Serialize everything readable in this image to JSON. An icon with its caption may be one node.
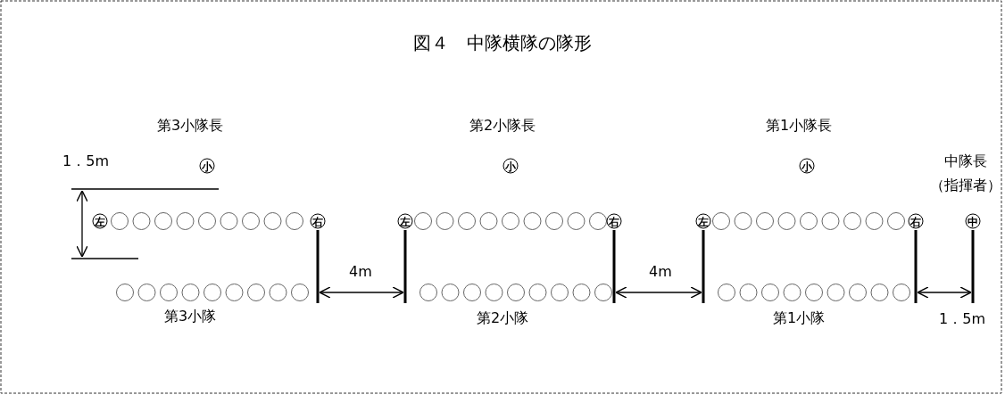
{
  "diagram": {
    "title": "図４　中隊横隊の隊形",
    "labels": [
      "第3小隊長",
      "第2小隊長",
      "第1小隊長",
      "1．5m",
      "小",
      "小",
      "小",
      "中隊長",
      "（指揮者）",
      "左",
      "右",
      "左",
      "右",
      "左",
      "右",
      "中",
      "4m",
      "4m",
      "1．5m",
      "第3小隊",
      "第2小隊",
      "第1小隊"
    ]
  }
}
